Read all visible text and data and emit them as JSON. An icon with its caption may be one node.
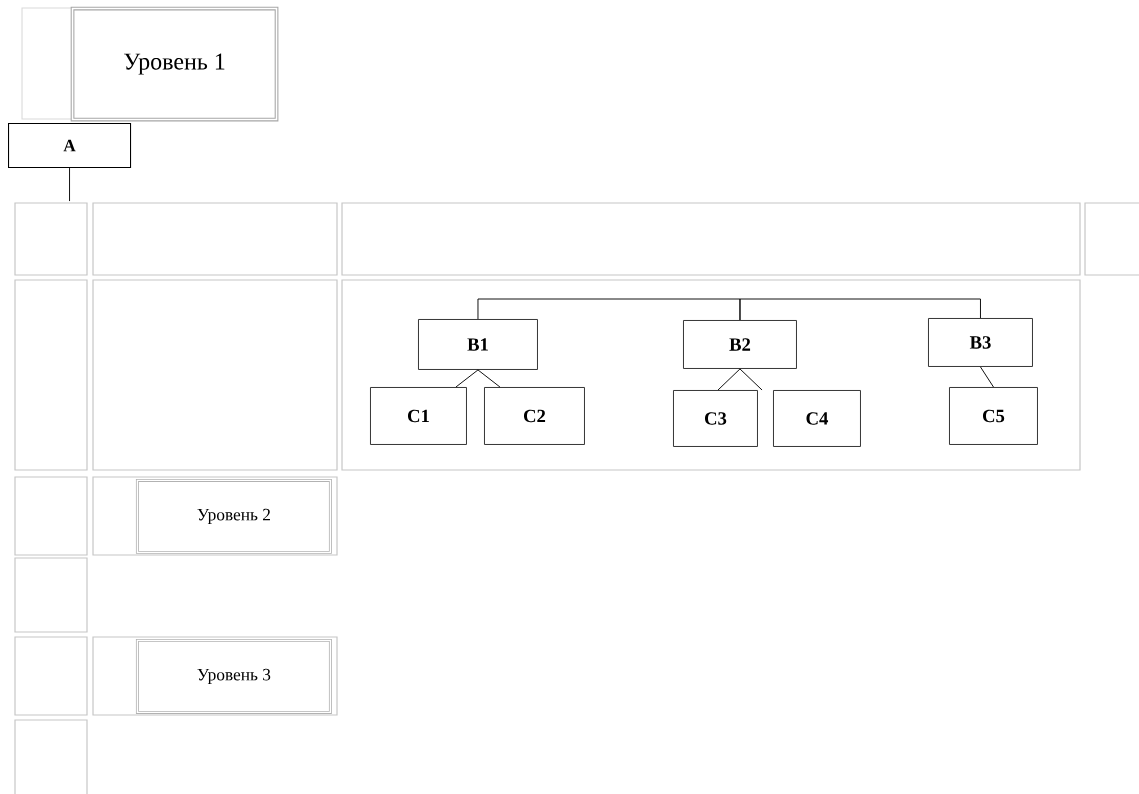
{
  "diagram": {
    "nodes": [
      {
        "text": [
          "Уровень 1"
        ]
      },
      {
        "text": [
          "A"
        ]
      },
      {
        "text": [
          "B1"
        ]
      },
      {
        "text": [
          "B2"
        ]
      },
      {
        "text": [
          "B3"
        ]
      },
      {
        "text": [
          "C1"
        ]
      },
      {
        "text": [
          "C2"
        ]
      },
      {
        "text": [
          "C3"
        ]
      },
      {
        "text": [
          "C4"
        ]
      },
      {
        "text": [
          "C5"
        ]
      },
      {
        "text": [
          "Уровень 2"
        ]
      },
      {
        "text": [
          "Уровень 3"
        ]
      }
    ],
    "edges": [
      {
        "from": 1,
        "to": null,
        "arrow": "none"
      },
      {
        "from": 2,
        "to": 3,
        "arrow": "none"
      },
      {
        "from": 3,
        "to": 4,
        "arrow": "none"
      },
      {
        "from": 2,
        "to": 5,
        "arrow": "none"
      },
      {
        "from": 2,
        "to": 6,
        "arrow": "none"
      },
      {
        "from": 3,
        "to": 7,
        "arrow": "none"
      },
      {
        "from": 3,
        "to": 8,
        "arrow": "none"
      },
      {
        "from": 4,
        "to": 9,
        "arrow": "none"
      }
    ]
  }
}
